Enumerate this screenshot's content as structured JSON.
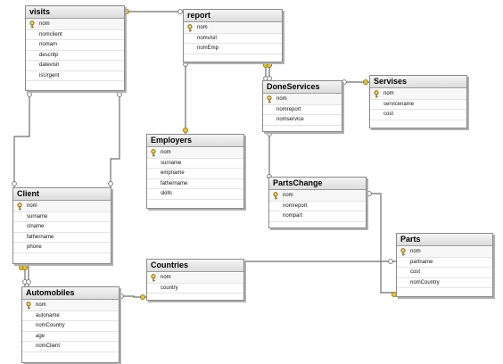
{
  "tables": {
    "visits": {
      "title": "visits",
      "fields": [
        "nom",
        "nomclient",
        "nomam",
        "descritp",
        "datevisit",
        "isUrgent"
      ]
    },
    "report": {
      "title": "report",
      "fields": [
        "nom",
        "nomvisit",
        "nomEmp"
      ]
    },
    "employers": {
      "title": "Employers",
      "fields": [
        "nom",
        "surname",
        "empname",
        "fathername",
        "skills"
      ]
    },
    "doneservices": {
      "title": "DoneServices",
      "fields": [
        "nom",
        "nomreport",
        "nomservice"
      ]
    },
    "servises": {
      "title": "Servises",
      "fields": [
        "nom",
        "servicename",
        "cost"
      ]
    },
    "partschange": {
      "title": "PartsChange",
      "fields": [
        "nom",
        "nomreport",
        "nompart"
      ]
    },
    "client": {
      "title": "Client",
      "fields": [
        "nom",
        "surname",
        "clname",
        "fathername",
        "phone"
      ]
    },
    "countries": {
      "title": "Countries",
      "fields": [
        "nom",
        "country"
      ]
    },
    "parts": {
      "title": "Parts",
      "fields": [
        "nom",
        "partname",
        "cost",
        "nomCountry"
      ]
    },
    "automobiles": {
      "title": "Automobiles",
      "fields": [
        "nom",
        "autoname",
        "nomCountry",
        "age",
        "nomClient"
      ]
    }
  },
  "icons": {
    "primary_key": "key-icon"
  },
  "colors": {
    "line": "#6e6e6e",
    "key": "#d8b62a",
    "title_bar": "#e6e6e6"
  }
}
